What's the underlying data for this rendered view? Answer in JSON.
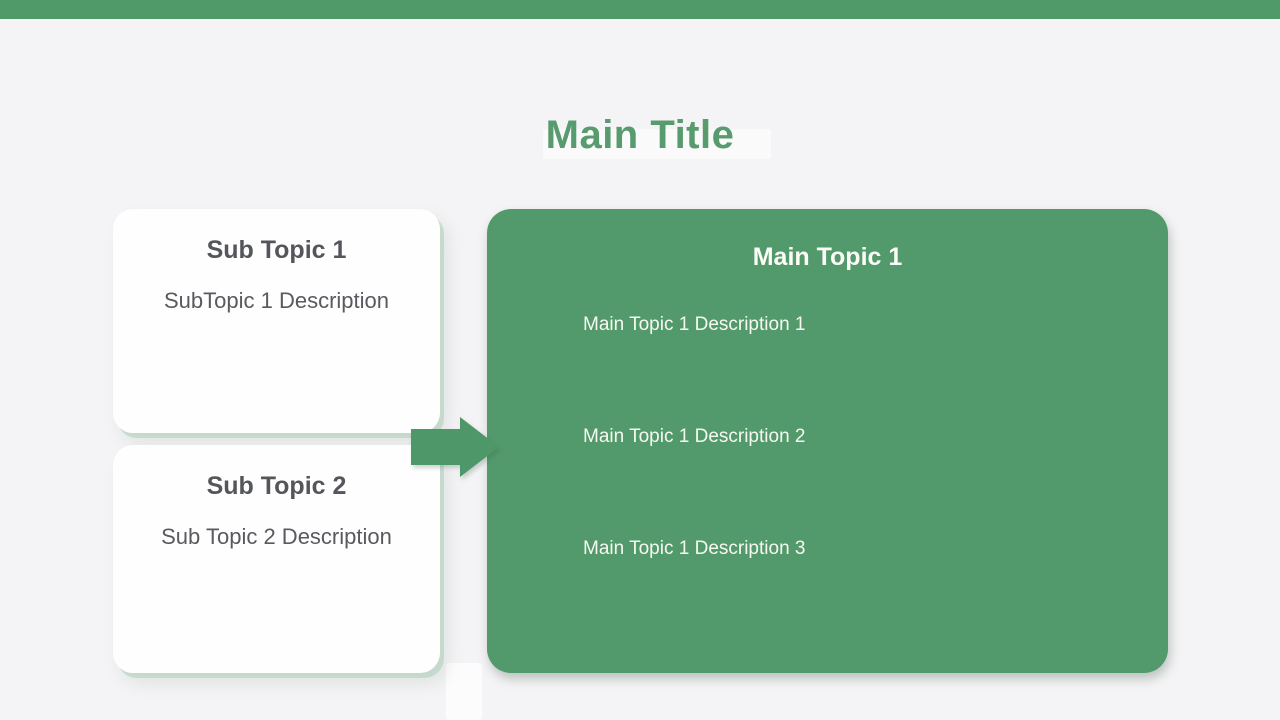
{
  "page": {
    "background_color": "#f4f3f5",
    "top_bar_color": "#4f9a68"
  },
  "title": {
    "text": "Main Title",
    "color": "#579b6e"
  },
  "sub_topics": [
    {
      "title": "Sub Topic 1",
      "description": "SubTopic 1 Description"
    },
    {
      "title": "Sub Topic 2",
      "description": "Sub Topic 2 Description"
    }
  ],
  "main_topic": {
    "title": "Main Topic 1",
    "descriptions": [
      "Main Topic 1 Description 1",
      "Main Topic 1 Description 2",
      "Main Topic 1 Description 3"
    ],
    "background_color": "#529a6b",
    "text_color": "#fcfcf7"
  },
  "arrow": {
    "direction": "right",
    "color": "#4e9768"
  }
}
